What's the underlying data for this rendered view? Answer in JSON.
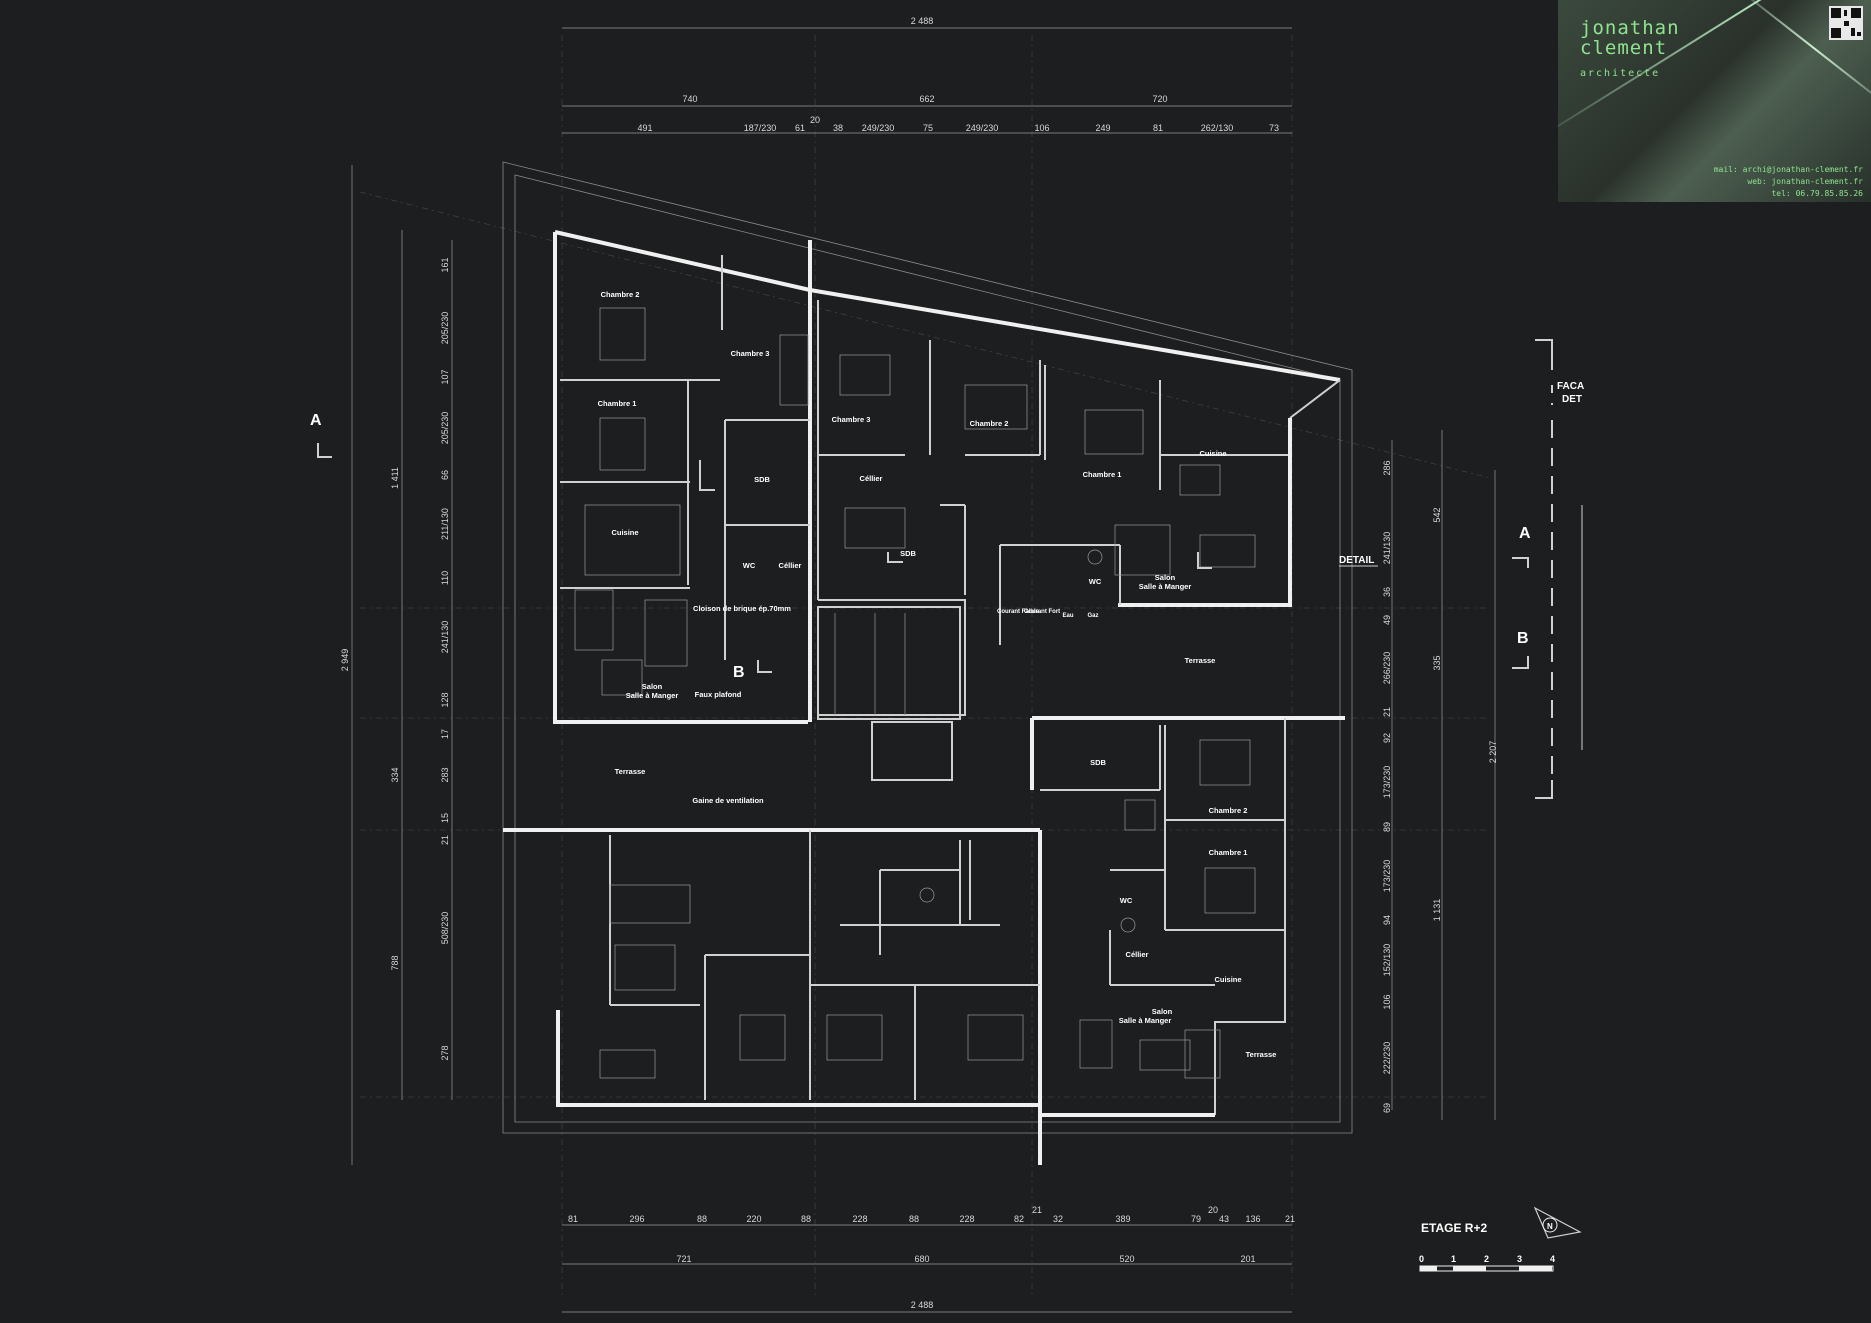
{
  "dimensions": {
    "top_total": "2 488",
    "top_groups": [
      "740",
      "662",
      "720"
    ],
    "top_mid_small": "20",
    "top_details": [
      "491",
      "187/230",
      "61",
      "38",
      "249/230",
      "75",
      "249/230",
      "106",
      "249",
      "81",
      "262/130",
      "73"
    ],
    "bottom_details": [
      "81",
      "296",
      "88",
      "220",
      "88",
      "228",
      "88",
      "228",
      "82",
      "32",
      "389",
      "79",
      "43",
      "136",
      "21"
    ],
    "bottom_small_21": "21",
    "bottom_small_20": "20",
    "bottom_groups": [
      "721",
      "680",
      "520",
      "201"
    ],
    "bottom_total": "2 488",
    "left_total": "2 949",
    "left_groups": [
      "1 411",
      "334",
      "788"
    ],
    "left_details": [
      "161",
      "205/230",
      "107",
      "205/230",
      "66",
      "211/130",
      "110",
      "241/130",
      "128",
      "17",
      "283",
      "15",
      "21",
      "508/230",
      "278"
    ],
    "right_details": [
      "286",
      "241/130",
      "36",
      "49",
      "266/230",
      "21",
      "92",
      "173/230",
      "89",
      "173/230",
      "94",
      "152/130",
      "106",
      "222/230",
      "69"
    ],
    "right_groups": [
      "542",
      "335",
      "1 131"
    ],
    "right_total": "2 207"
  },
  "rooms": {
    "chambre2_a": "Chambre 2",
    "chambre3_a": "Chambre 3",
    "chambre1_a": "Chambre 1",
    "sdb_a": "SDB",
    "cuisine_a": "Cuisine",
    "wc_a": "WC",
    "cellier_a": "Céllier",
    "cloison": "Cloison de brique ép.70mm",
    "salon_a_1": "Salon",
    "salon_a_2": "Salle à Manger",
    "faux_plafond": "Faux plafond",
    "chambre3_b": "Chambre 3",
    "chambre2_b": "Chambre 2",
    "chambre1_b": "Chambre 1",
    "cuisine_b": "Cuisine",
    "cellier_b": "Céllier",
    "sdb_b": "SDB",
    "wc_b": "WC",
    "salon_b_1": "Salon",
    "salon_b_2": "Salle à Manger",
    "courant_faible": "Courant Faible",
    "courant_fort": "Courant Fort",
    "eau": "Eau",
    "gaz": "Gaz",
    "terrasse_right": "Terrasse",
    "terrasse_left": "Terrasse",
    "gaine": "Gaine de ventilation",
    "sdb_c": "SDB",
    "chambre2_c": "Chambre 2",
    "chambre1_c": "Chambre 1",
    "wc_c": "WC",
    "cellier_c": "Céllier",
    "cuisine_c": "Cuisine",
    "salon_c_1": "Salon",
    "salon_c_2": "Salle à Manger",
    "terrasse_bottom": "Terrasse"
  },
  "markers": {
    "section_a_left": "A",
    "section_b_mid": "B",
    "section_a_right": "A",
    "section_b_right": "B",
    "detail": "DETAIL",
    "facade_1": "FACA",
    "facade_2": "DET"
  },
  "title": "ETAGE R+2",
  "north": "N",
  "scale_ticks": [
    "0",
    "1",
    "2",
    "3",
    "4"
  ],
  "logo": {
    "name_line1": "jonathan",
    "name_line2": "clement",
    "profession": "architecte",
    "mail": "mail: archi@jonathan-clement.fr",
    "web": "web: jonathan-clement.fr",
    "tel": "tel: 06.79.85.85.26"
  },
  "colors": {
    "background": "#1d1e20",
    "lines": "#f0f0f0",
    "logo_text": "#8fe38f"
  }
}
